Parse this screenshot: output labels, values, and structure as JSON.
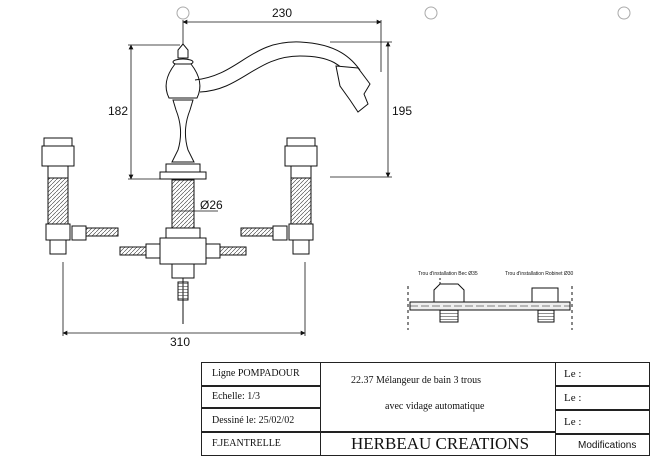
{
  "dimensions": {
    "top_width": "230",
    "left_height": "182",
    "right_height": "195",
    "diameter": "Ø26",
    "bottom_width": "310"
  },
  "detail": {
    "label_left": "Trou d'installation Bec Ø35",
    "label_right": "Trou d'installation Robinet Ø30"
  },
  "title_block": {
    "ligne": "Ligne  POMPADOUR",
    "echelle": "Echelle:  1/3",
    "dessine": "Dessiné le:  25/02/02",
    "auteur": "F.JEANTRELLE",
    "product_line1": "22.37 Mélangeur de bain 3 trous",
    "product_line2": "avec vidage automatique",
    "company": "HERBEAU CREATIONS",
    "le1": "Le :",
    "le2": "Le :",
    "le3": "Le :",
    "modifications": "Modifications"
  }
}
